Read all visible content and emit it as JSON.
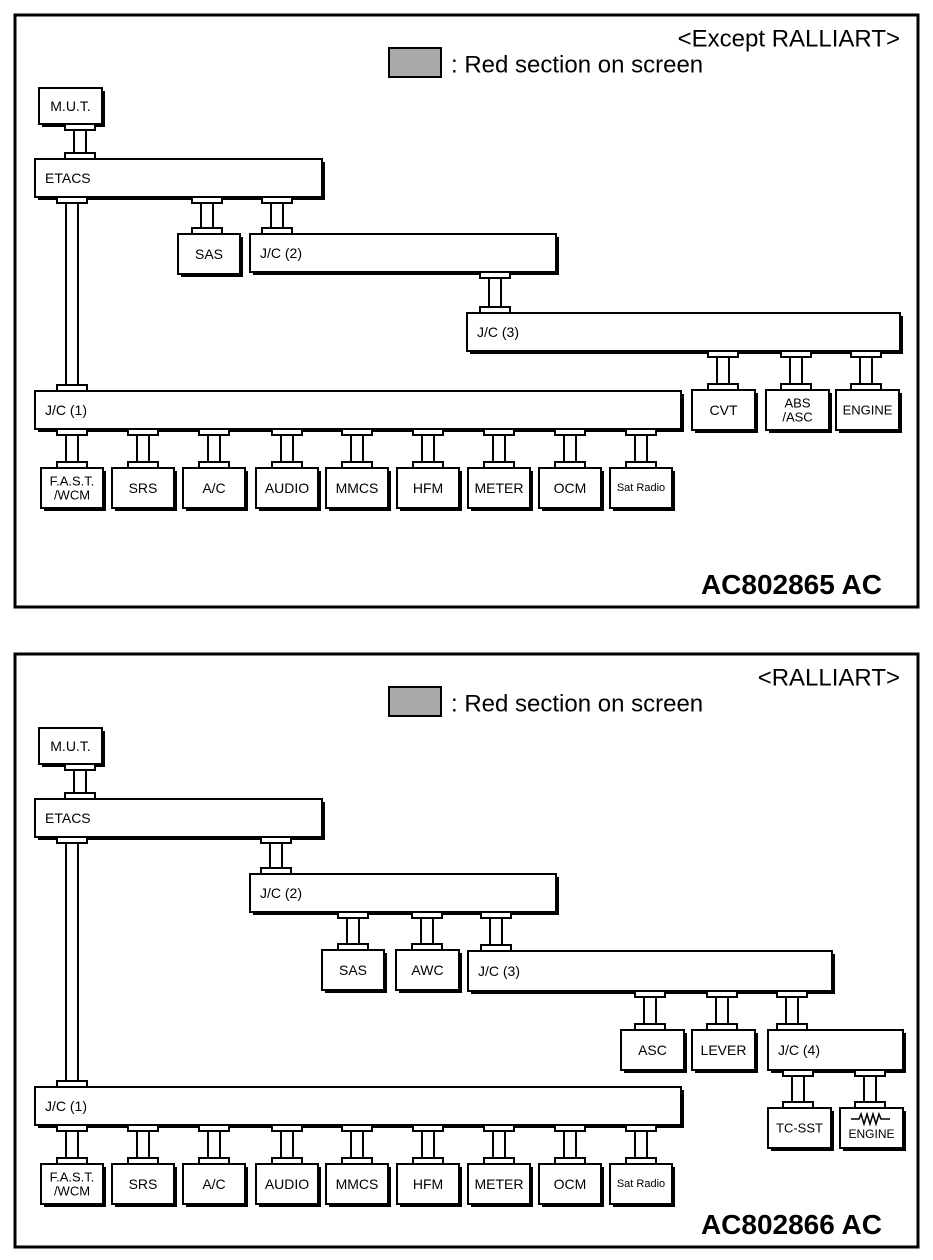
{
  "panels": [
    {
      "variant_label": "<Except RALLIART>",
      "legend_text": ": Red section on screen",
      "legend_swatch_color": "#a9a9a9",
      "figure_id": "AC802865",
      "figure_suffix": "AC",
      "modules": {
        "mut": "M.U.T.",
        "etacs": "ETACS",
        "sas": "SAS",
        "jc2": "J/C (2)",
        "jc3": "J/C (3)",
        "jc1": "J/C (1)",
        "cvt": "CVT",
        "abs_asc": [
          "ABS",
          "/ASC"
        ],
        "engine": "ENGINE",
        "row": [
          [
            "F.A.S.T.",
            "/WCM"
          ],
          [
            "SRS"
          ],
          [
            "A/C"
          ],
          [
            "AUDIO"
          ],
          [
            "MMCS"
          ],
          [
            "HFM"
          ],
          [
            "METER"
          ],
          [
            "OCM"
          ],
          [
            "Sat Radio"
          ]
        ]
      }
    },
    {
      "variant_label": "<RALLIART>",
      "legend_text": ": Red section on screen",
      "legend_swatch_color": "#a9a9a9",
      "figure_id": "AC802866",
      "figure_suffix": "AC",
      "modules": {
        "mut": "M.U.T.",
        "etacs": "ETACS",
        "jc2": "J/C (2)",
        "sas": "SAS",
        "awc": "AWC",
        "jc3": "J/C (3)",
        "asc": "ASC",
        "lever": "LEVER",
        "jc4": "J/C (4)",
        "tcsst": "TC-SST",
        "engine": "ENGINE",
        "jc1": "J/C (1)",
        "row": [
          [
            "F.A.S.T.",
            "/WCM"
          ],
          [
            "SRS"
          ],
          [
            "A/C"
          ],
          [
            "AUDIO"
          ],
          [
            "MMCS"
          ],
          [
            "HFM"
          ],
          [
            "METER"
          ],
          [
            "OCM"
          ],
          [
            "Sat Radio"
          ]
        ]
      }
    }
  ]
}
